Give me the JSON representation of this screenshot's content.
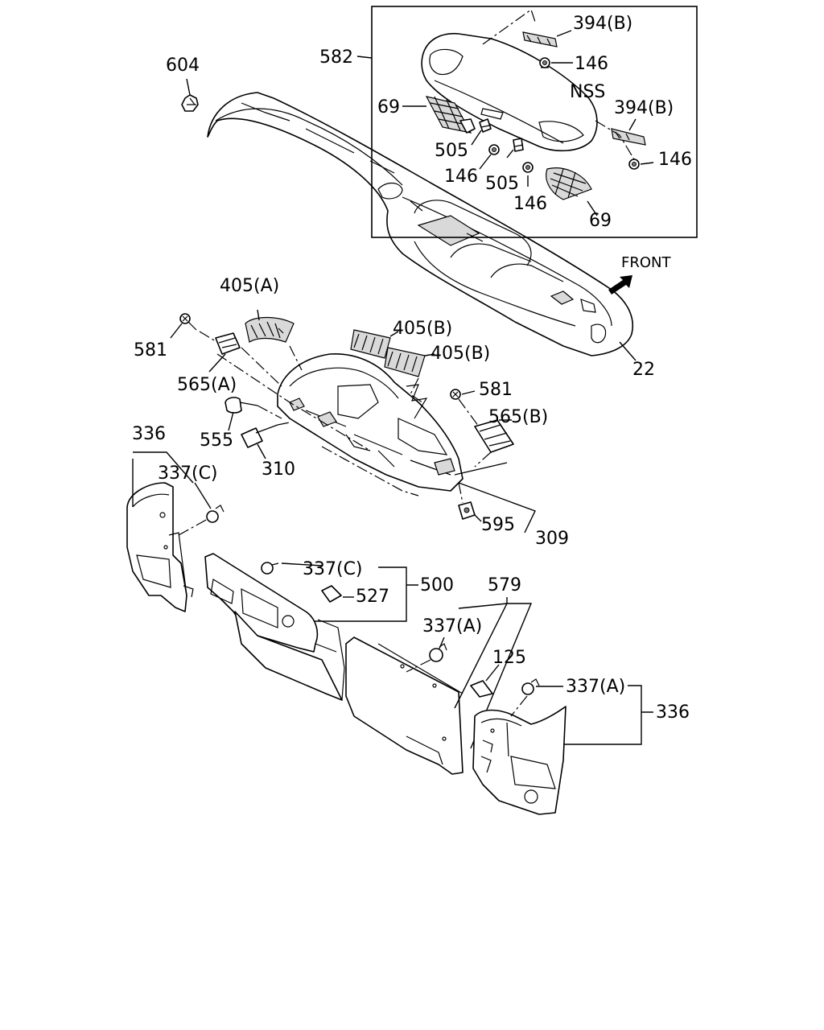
{
  "labels": {
    "l604": "604",
    "l582": "582",
    "l394b_1": "394(B)",
    "l146_1": "146",
    "lnss": "NSS",
    "l69_1": "69",
    "l394b_2": "394(B)",
    "l505_1": "505",
    "l146_2": "146",
    "l146_3": "146",
    "l505_2": "505",
    "l146_4": "146",
    "l69_2": "69",
    "lfront": "FRONT",
    "l405a": "405(A)",
    "l405b_1": "405(B)",
    "l405b_2": "405(B)",
    "l581_1": "581",
    "l565a": "565(A)",
    "l22": "22",
    "l581_2": "581",
    "l565b": "565(B)",
    "l555": "555",
    "l336_1": "336",
    "l310": "310",
    "l337c_1": "337(C)",
    "l595": "595",
    "l309": "309",
    "l337c_2": "337(C)",
    "l500": "500",
    "l527": "527",
    "l579": "579",
    "l337a_1": "337(A)",
    "l125": "125",
    "l337a_2": "337(A)",
    "l336_2": "336"
  }
}
